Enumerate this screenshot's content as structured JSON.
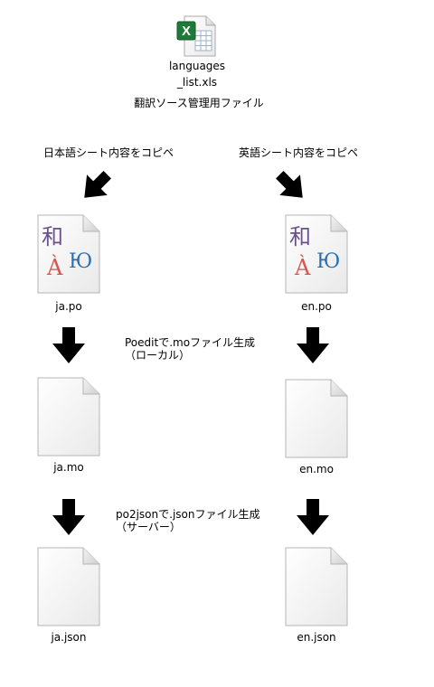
{
  "source_file": {
    "icon": "excel-file-icon",
    "name_line1": "languages",
    "name_line2": "_list.xls",
    "caption": "翻訳ソース管理用ファイル"
  },
  "left_column": {
    "heading": "日本語シート内容をコピペ",
    "po_file": "ja.po",
    "mo_file": "ja.mo",
    "json_file": "ja.json"
  },
  "right_column": {
    "heading": "英語シート内容をコピペ",
    "po_file": "en.po",
    "mo_file": "en.mo",
    "json_file": "en.json"
  },
  "steps": {
    "poedit_line1": "Poeditで.moファイル生成",
    "poedit_line2": "（ローカル）",
    "po2json_line1": "po2jsonで.jsonファイル生成",
    "po2json_line2": "（サーバー）"
  },
  "po_icon_glyphs": {
    "kanji": "和",
    "latin": "À",
    "cyrillic": "Ю"
  },
  "colors": {
    "kanji": "#6b4f8f",
    "latin": "#d9534f",
    "cyrillic": "#2a6fb0",
    "excel_green": "#1f7a3a"
  }
}
